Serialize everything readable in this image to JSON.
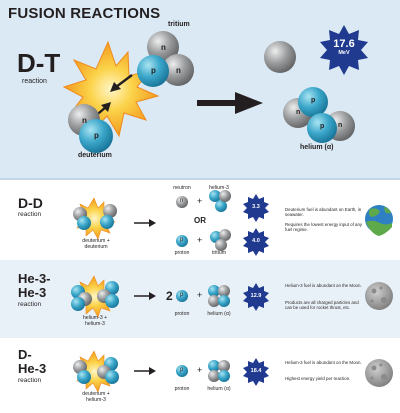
{
  "title": "FUSION REACTIONS",
  "top": {
    "name": "D-T",
    "sub": "reaction",
    "lbl_tritium": "tritium",
    "lbl_deuterium": "deuterium",
    "lbl_helium": "helium (α)",
    "energy_value": "17.6",
    "energy_unit": "MeV"
  },
  "nuc": {
    "p": "p",
    "n": "n"
  },
  "dd": {
    "name": "D-D",
    "sub": "reaction",
    "reactants": "deuterium +\ndeuterium",
    "lbl_neutron": "neutron",
    "lbl_plus": "+",
    "lbl_he3": "helium-3",
    "or": "OR",
    "lbl_proton": "proton",
    "lbl_tritium": "tritium",
    "e1": "3.3",
    "e2": "4.0",
    "desc1": "Deuterium fuel is abundant on Earth, in seawater.",
    "desc2": "Requires the lowest energy input of any fuel regime."
  },
  "he3": {
    "name": "He-3-\nHe-3",
    "sub": "reaction",
    "reactants": "helium-3 +\nhelium-3",
    "coef": "2",
    "lbl_proton": "proton",
    "lbl_plus": "+",
    "lbl_helium": "helium (α)",
    "e": "12.9",
    "desc1": "Helium-3 fuel is abundant on the Moon.",
    "desc2": "Products are all charged particles and can be used for rocket thrust, etc."
  },
  "dhe3": {
    "name": "D-\nHe-3",
    "sub": "reaction",
    "reactants": "deuterium +\nhelium-3",
    "lbl_proton": "proton",
    "lbl_plus": "+",
    "lbl_helium": "helium (α)",
    "e": "18.4",
    "desc1": "Helium-3 fuel is abundant on the Moon.",
    "desc2": "Highest energy yield per reaction."
  },
  "colors": {
    "top_bg": "#dbe9f4",
    "mid_bg": "#e9f1f8",
    "proton": "#2e9bbf",
    "neutron": "#8c8e90",
    "burst": "#f7b733",
    "star": "#1f3a8f",
    "earth_water": "#2f80c3",
    "earth_land": "#5ea94a",
    "moon": "#9b9b9b"
  }
}
